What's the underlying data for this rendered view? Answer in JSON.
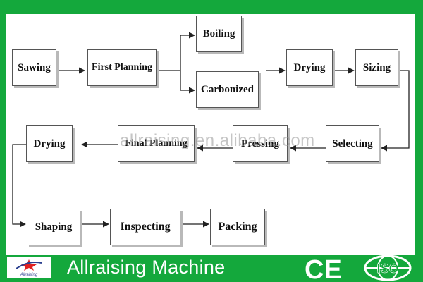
{
  "diagram": {
    "nodes": {
      "sawing": "Sawing",
      "first_planning": "First Planning",
      "boiling": "Boiling",
      "carbonized": "Carbonized",
      "drying_1": "Drying",
      "sizing": "Sizing",
      "selecting": "Selecting",
      "pressing": "Pressing",
      "final_planning": "Final Planning",
      "drying_2": "Drying",
      "shaping": "Shaping",
      "inspecting": "Inspecting",
      "packing": "Packing"
    },
    "watermark": "allraising.en.alibaba.com"
  },
  "footer": {
    "brand_text": "Allraising",
    "title": "Allraising Machine",
    "ce_mark": "CE",
    "iso_mark": "ISO"
  },
  "colors": {
    "frame_green": "#14a83c",
    "line": "#222222",
    "logo_blue": "#2a3f8f",
    "logo_red": "#e02020"
  }
}
